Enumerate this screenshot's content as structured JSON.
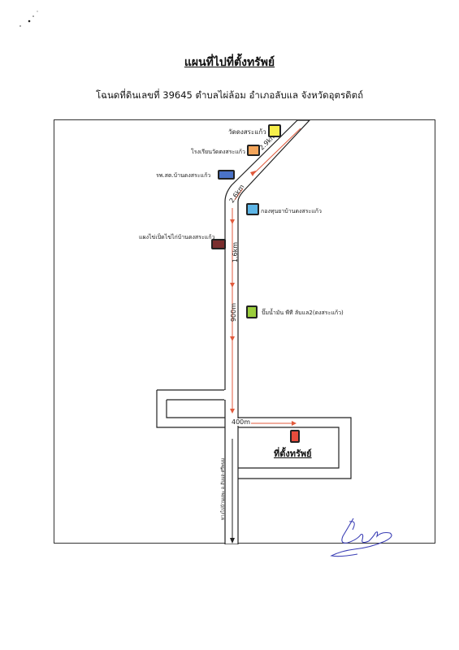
{
  "title": "แผนที่ไปที่ตั้งทรัพย์",
  "subtitle": "โฉนดที่ดินเลขที่ 39645 ตำบลไผ่ล้อม อำเภอลับแล จังหวัดอุตรดิตถ์",
  "landmarks": [
    {
      "label": "วัดดงสระแก้ว",
      "color": "#f6ee4a"
    },
    {
      "label": "โรงเรียนวัดดงสระแก้ว",
      "color": "#f4a55a"
    },
    {
      "label": "รพ.สต.บ้านดงสระแก้ว",
      "color": "#4a72c7"
    },
    {
      "label": "กองทุนยาบ้านดงสระแก้ว",
      "color": "#5db5e6"
    },
    {
      "label": "แผงไข่เป็ดไข่ไก่บ้านดงสระแก้ว",
      "color": "#7a2e2e"
    },
    {
      "label": "ปั๊มน้ำมัน พีที ลับแล2(ดงสระแก้ว)",
      "color": "#9acd3c"
    }
  ],
  "distances": {
    "d1": "2.9km",
    "d2": "2.6km",
    "d3": "1.6km",
    "d4": "900m",
    "d5": "400m"
  },
  "road_label": "ทางไปบ้านแพะ อ.ลับแล-ศรีพนม",
  "property": {
    "label": "ที่ตั้งทรัพย์",
    "color": "#e74c3c"
  },
  "colors": {
    "route": "#e15a3c",
    "road": "#222222"
  }
}
